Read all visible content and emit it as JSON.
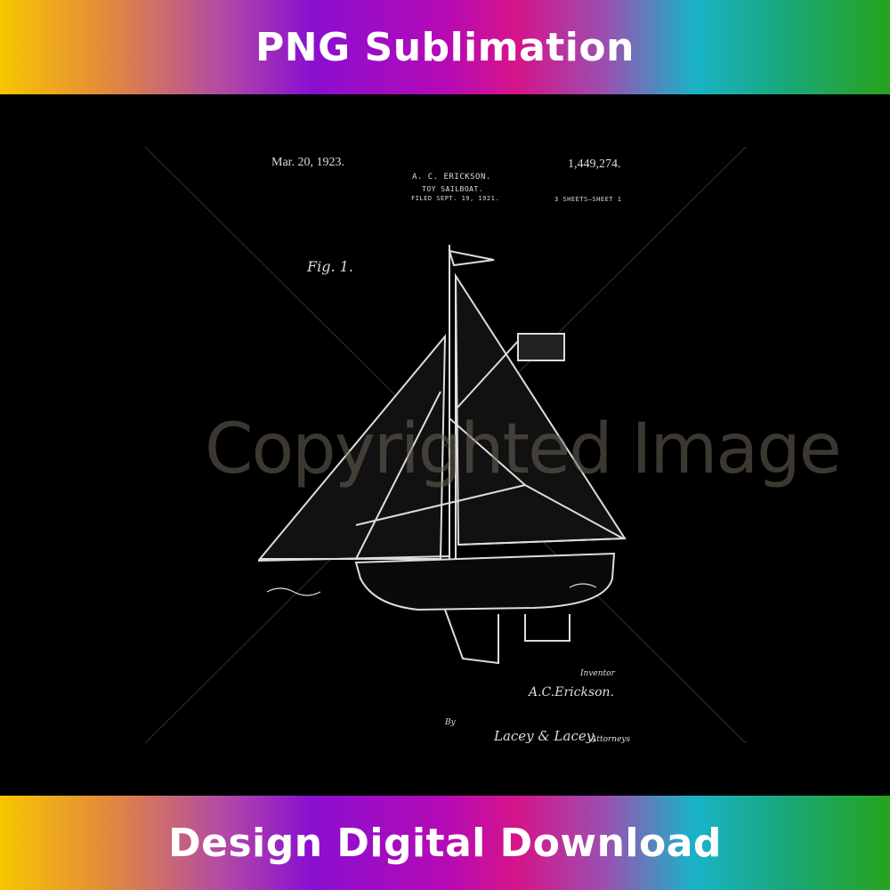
{
  "banners": {
    "top": "PNG Sublimation",
    "bottom": "Design Digital Download"
  },
  "colors": {
    "background": "#000000",
    "drawing": "#dddddd",
    "watermark": "#6e645a"
  },
  "patent": {
    "date": "Mar. 20, 1923.",
    "number": "1,449,274.",
    "inventor_name": "A. C. ERICKSON.",
    "title": "TOY SAILBOAT.",
    "filed": "FILED SEPT. 19, 1921.",
    "sheets": "3 SHEETS—SHEET 1",
    "figure": "Fig. 1.",
    "inventor_label": "Inventor",
    "inventor_signature": "A.C.Erickson.",
    "by": "By",
    "attorney_signature": "Lacey & Lacey,",
    "attorneys_label": "Attorneys"
  },
  "watermark": "Copyrighted Image"
}
